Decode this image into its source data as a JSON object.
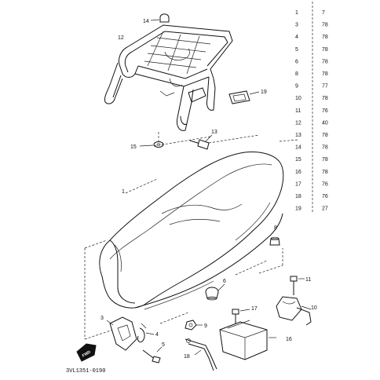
{
  "diagram_code": "3VL1351-0190",
  "fwd_label": "FWD",
  "callouts": {
    "seat": "1",
    "bracket": "3",
    "clip": "4",
    "bolt_5": "5",
    "damper_6": "6",
    "grommet_8": "8",
    "nut_9": "9",
    "hook_10": "10",
    "bolt_11": "11",
    "carrier": "12",
    "bolt_13": "13",
    "cap_14": "14",
    "washer_15": "15",
    "tool_case": "16",
    "bolt_17": "17",
    "stay_18": "18",
    "plate_19": "19"
  },
  "ref_table": [
    {
      "num": "1",
      "code": "7"
    },
    {
      "num": "3",
      "code": "78"
    },
    {
      "num": "4",
      "code": "78"
    },
    {
      "num": "5",
      "code": "78"
    },
    {
      "num": "6",
      "code": "78"
    },
    {
      "num": "8",
      "code": "78"
    },
    {
      "num": "9",
      "code": "77"
    },
    {
      "num": "10",
      "code": "78"
    },
    {
      "num": "11",
      "code": "76"
    },
    {
      "num": "12",
      "code": "40"
    },
    {
      "num": "13",
      "code": "78"
    },
    {
      "num": "14",
      "code": "78"
    },
    {
      "num": "15",
      "code": "78"
    },
    {
      "num": "16",
      "code": "78"
    },
    {
      "num": "17",
      "code": "76"
    },
    {
      "num": "18",
      "code": "76"
    },
    {
      "num": "19",
      "code": "27"
    }
  ]
}
